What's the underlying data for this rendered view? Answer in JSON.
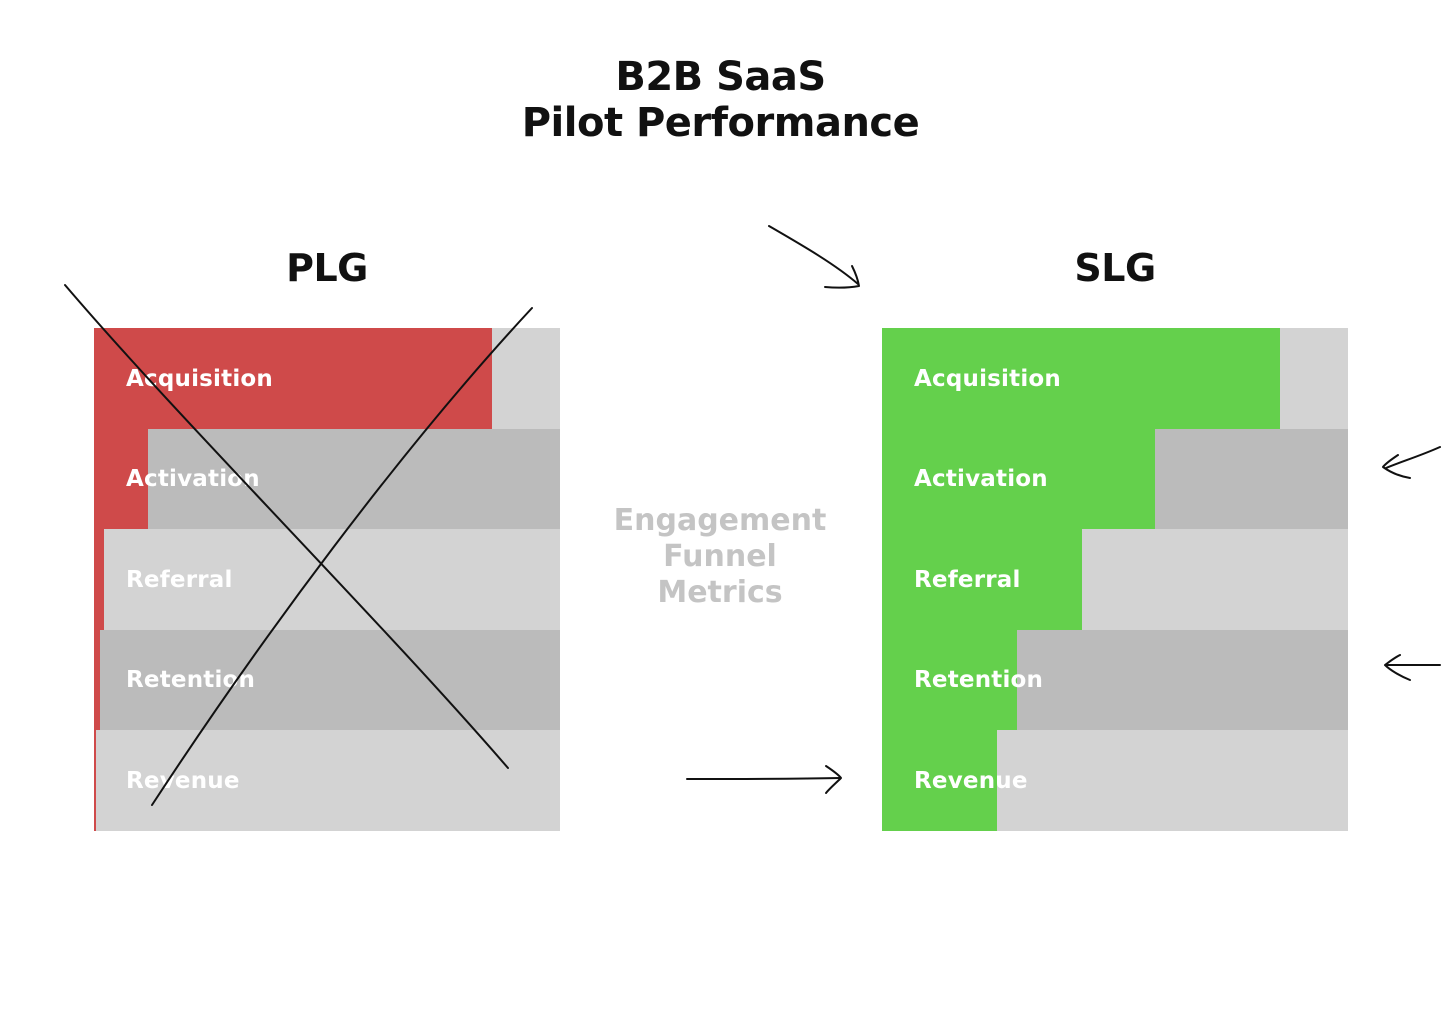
{
  "title": {
    "line1": "B2B SaaS",
    "line2": "Pilot Performance"
  },
  "center_label": {
    "line1": "Engagement",
    "line2": "Funnel",
    "line3": "Metrics"
  },
  "colors": {
    "plg_fill": "#cf4a4a",
    "slg_fill": "#64d04c",
    "gray_light": "#d3d3d3",
    "gray_dark": "#bbbbbb"
  },
  "panels": [
    {
      "title": "PLG",
      "crossed_out": true,
      "stages": [
        {
          "label": "Acquisition",
          "value": 0.855
        },
        {
          "label": "Activation",
          "value": 0.115
        },
        {
          "label": "Referral",
          "value": 0.022
        },
        {
          "label": "Retention",
          "value": 0.012
        },
        {
          "label": "Revenue",
          "value": 0.004
        }
      ]
    },
    {
      "title": "SLG",
      "crossed_out": false,
      "stages": [
        {
          "label": "Acquisition",
          "value": 0.855
        },
        {
          "label": "Activation",
          "value": 0.585
        },
        {
          "label": "Referral",
          "value": 0.43
        },
        {
          "label": "Retention",
          "value": 0.29
        },
        {
          "label": "Revenue",
          "value": 0.246
        }
      ]
    }
  ]
}
